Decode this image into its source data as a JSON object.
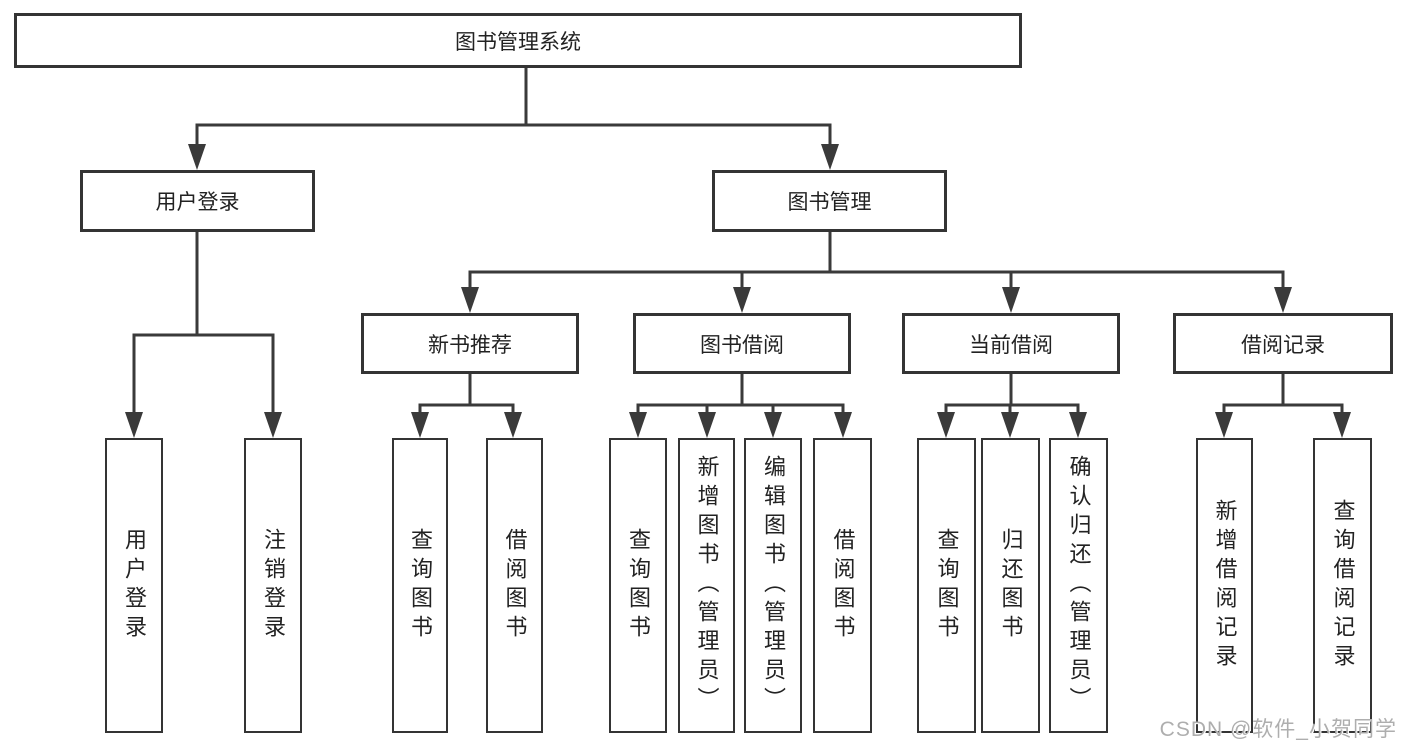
{
  "colors": {
    "line": "#3a3a3a",
    "box_border": "#343434",
    "text": "#222222",
    "watermark": "#aeaeae"
  },
  "watermark": "CSDN @软件_小贺同学",
  "tree": {
    "label": "图书管理系统",
    "children": [
      {
        "label": "用户登录",
        "children": [
          {
            "label": "用户登录"
          },
          {
            "label": "注销登录"
          }
        ]
      },
      {
        "label": "图书管理",
        "children": [
          {
            "label": "新书推荐",
            "children": [
              {
                "label": "查询图书"
              },
              {
                "label": "借阅图书"
              }
            ]
          },
          {
            "label": "图书借阅",
            "children": [
              {
                "label": "查询图书"
              },
              {
                "label": "新增图书（管理员）"
              },
              {
                "label": "编辑图书（管理员）"
              },
              {
                "label": "借阅图书"
              }
            ]
          },
          {
            "label": "当前借阅",
            "children": [
              {
                "label": "查询图书"
              },
              {
                "label": "归还图书"
              },
              {
                "label": "确认归还（管理员）"
              }
            ]
          },
          {
            "label": "借阅记录",
            "children": [
              {
                "label": "新增借阅记录"
              },
              {
                "label": "查询借阅记录"
              }
            ]
          }
        ]
      }
    ]
  }
}
